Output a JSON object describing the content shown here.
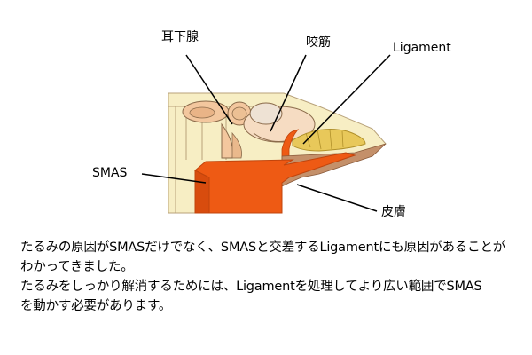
{
  "diagram": {
    "labels": {
      "parotid": "耳下腺",
      "masseter": "咬筋",
      "ligament": "Ligament",
      "smas": "SMAS",
      "skin": "皮膚"
    },
    "colors": {
      "skin_layer": "#f7eec4",
      "smas": "#ee5a14",
      "smas_dark": "#c0440c",
      "ligament_fat": "#e8c85a",
      "tissue": "#f3c79e",
      "outline": "#8a6a4a",
      "brown_band": "#b07a50"
    }
  },
  "caption": {
    "lines": [
      "たるみの原因がSMASだけでなく、SMASと交差するLigamentにも原因があることが",
      "わかってきました。",
      "たるみをしっかり解消するためには、Ligamentを処理してより広い範囲でSMAS",
      "を動かす必要があります。"
    ]
  }
}
